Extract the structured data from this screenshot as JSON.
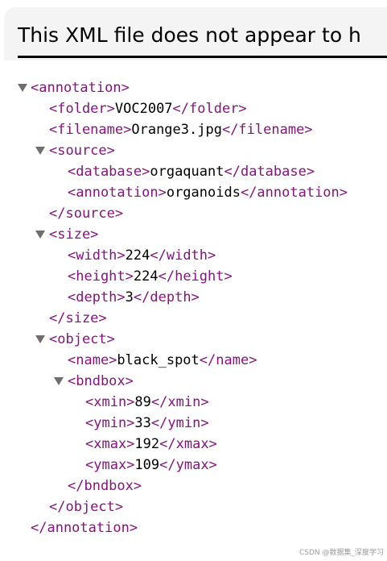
{
  "banner": {
    "title": "This XML file does not appear to h"
  },
  "xml": {
    "annotation_open": "<annotation>",
    "annotation_close": "</annotation>",
    "folder": {
      "open": "<folder>",
      "value": "VOC2007",
      "close": "</folder>"
    },
    "filename": {
      "open": "<filename>",
      "value": "Orange3.jpg",
      "close": "</filename>"
    },
    "source": {
      "open": "<source>",
      "close": "</source>",
      "database": {
        "open": "<database>",
        "value": "orgaquant",
        "close": "</database>"
      },
      "annotation": {
        "open": "<annotation>",
        "value": "organoids",
        "close": "</annotation>"
      }
    },
    "size": {
      "open": "<size>",
      "close": "</size>",
      "width": {
        "open": "<width>",
        "value": "224",
        "close": "</width>"
      },
      "height": {
        "open": "<height>",
        "value": "224",
        "close": "</height>"
      },
      "depth": {
        "open": "<depth>",
        "value": "3",
        "close": "</depth>"
      }
    },
    "object": {
      "open": "<object>",
      "close": "</object>",
      "name": {
        "open": "<name>",
        "value": "black_spot",
        "close": "</name>"
      },
      "bndbox": {
        "open": "<bndbox>",
        "close": "</bndbox>",
        "xmin": {
          "open": "<xmin>",
          "value": "89",
          "close": "</xmin>"
        },
        "ymin": {
          "open": "<ymin>",
          "value": "33",
          "close": "</ymin>"
        },
        "xmax": {
          "open": "<xmax>",
          "value": "192",
          "close": "</xmax>"
        },
        "ymax": {
          "open": "<ymax>",
          "value": "109",
          "close": "</ymax>"
        }
      }
    }
  },
  "watermark": "CSDN @数据集_深度学习"
}
